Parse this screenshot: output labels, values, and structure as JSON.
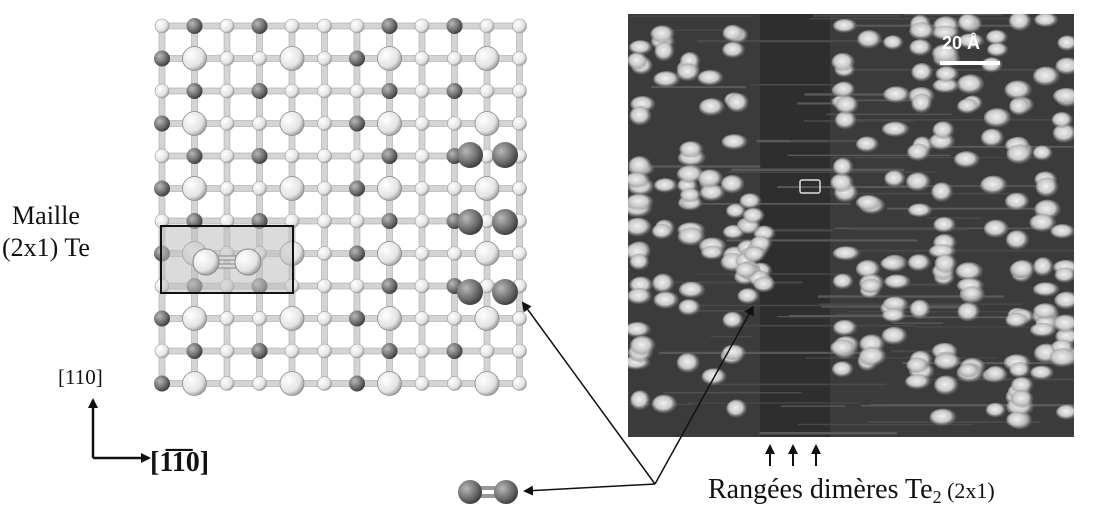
{
  "model": {
    "cell_label_line1": "Maille",
    "cell_label_line2": "(2x1) Te",
    "axis_vertical": "[110]",
    "axis_horizontal": "[1̅1̅0]"
  },
  "stm": {
    "scale_bar_label": "20 Å"
  },
  "caption": {
    "text_main": "Rangées dimères  Te",
    "subscript": "2",
    "size": " (2x1)"
  },
  "colors": {
    "light_atom": "#e4e4e4",
    "dark_atom": "#6f6f6f",
    "bond": "#cfcfcf",
    "stm_background": "#3a3a3a",
    "stm_bright": "#d8d8d8"
  }
}
